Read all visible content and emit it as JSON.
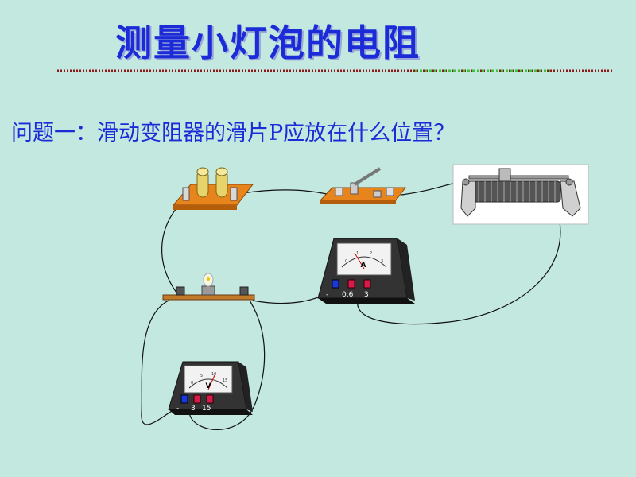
{
  "slide": {
    "title": "测量小灯泡的电阻",
    "question": "问题一：滑动变阻器的滑片P应放在什么位置？"
  },
  "ammeter": {
    "dial_letter": "A",
    "terminals": [
      "-",
      "0.6",
      "3"
    ],
    "scale_numbers": [
      "0",
      "1",
      "2",
      "3"
    ]
  },
  "voltmeter": {
    "dial_letter": "V",
    "terminals": [
      "-",
      "3",
      "15"
    ],
    "scale_numbers": [
      "0",
      "5",
      "10",
      "15"
    ]
  },
  "colors": {
    "background": "#c2e8e0",
    "title": "#1c2bd8",
    "question": "#1c2bd8"
  }
}
